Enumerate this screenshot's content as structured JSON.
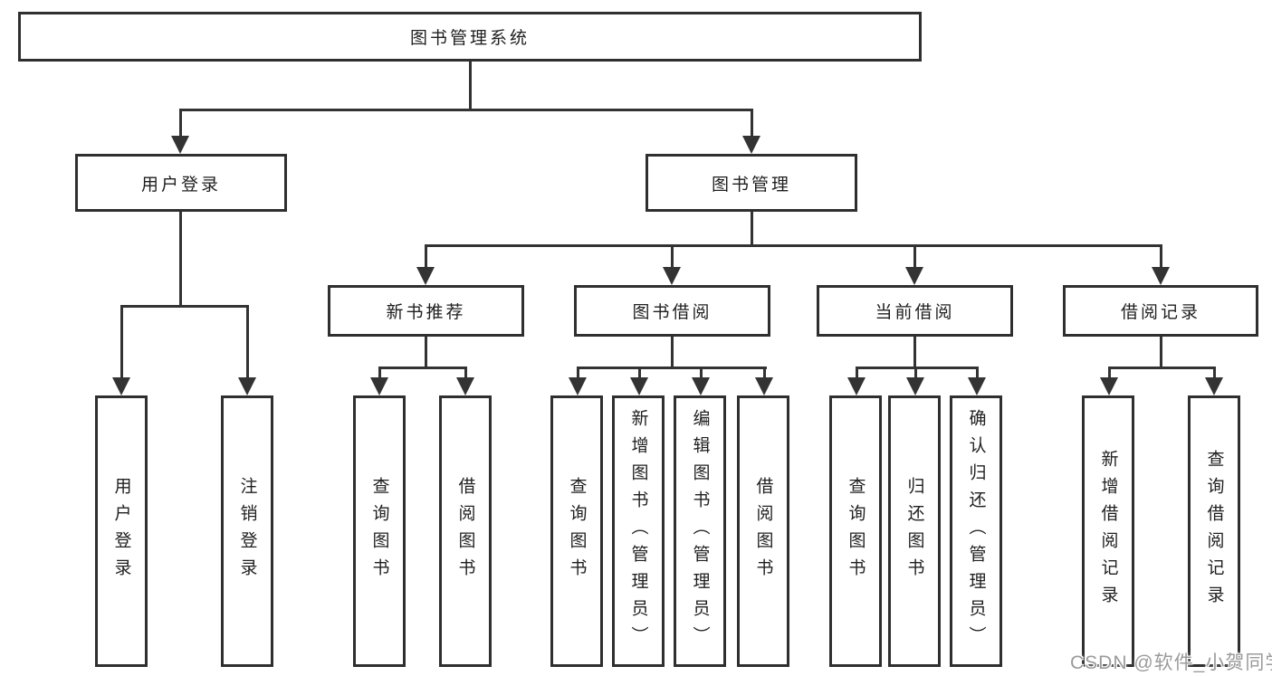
{
  "tree": {
    "root": {
      "label": "图书管理系统",
      "children": [
        {
          "label": "用户登录",
          "children": [
            {
              "label": "用户登录"
            },
            {
              "label": "注销登录"
            }
          ]
        },
        {
          "label": "图书管理",
          "children": [
            {
              "label": "新书推荐",
              "children": [
                {
                  "label": "查询图书"
                },
                {
                  "label": "借阅图书"
                }
              ]
            },
            {
              "label": "图书借阅",
              "children": [
                {
                  "label": "查询图书"
                },
                {
                  "label": "新增图书（管理员）"
                },
                {
                  "label": "编辑图书（管理员）"
                },
                {
                  "label": "借阅图书"
                }
              ]
            },
            {
              "label": "当前借阅",
              "children": [
                {
                  "label": "查询图书"
                },
                {
                  "label": "归还图书"
                },
                {
                  "label": "确认归还（管理员）"
                }
              ]
            },
            {
              "label": "借阅记录",
              "children": [
                {
                  "label": "新增借阅记录"
                },
                {
                  "label": "查询借阅记录"
                }
              ]
            }
          ]
        }
      ]
    }
  },
  "watermark": "CSDN @软件_小贺同学",
  "colors": {
    "line": "#333333",
    "box_border": "#2f2f2f",
    "text": "#1f1f1f",
    "watermark": "#9b9b9b",
    "background": "#ffffff"
  }
}
